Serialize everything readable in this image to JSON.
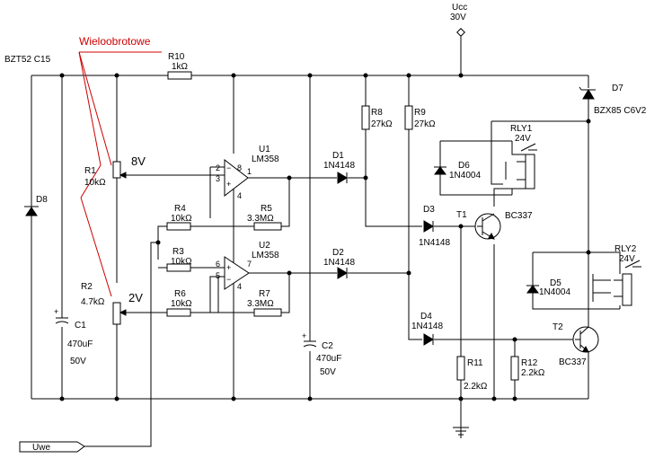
{
  "supply": {
    "name": "Ucc",
    "voltage": "30V"
  },
  "annotation": {
    "text": "Wieloobrotowe"
  },
  "input": {
    "label": "Uwe"
  },
  "labels": {
    "level_high": "8V",
    "level_low": "2V"
  },
  "components": {
    "d8_part": "BZT52 C15",
    "d8": "D8",
    "r10": {
      "ref": "R10",
      "value": "1kΩ"
    },
    "r1": {
      "ref": "R1",
      "value": "10kΩ"
    },
    "r2": {
      "ref": "R2",
      "value": "4.7kΩ"
    },
    "c1": {
      "ref": "C1",
      "value": "470uF",
      "voltage": "50V"
    },
    "u1": {
      "ref": "U1",
      "part": "LM358"
    },
    "u2": {
      "ref": "U2",
      "part": "LM358"
    },
    "r4": {
      "ref": "R4",
      "value": "10kΩ"
    },
    "r5": {
      "ref": "R5",
      "value": "3.3MΩ"
    },
    "r3": {
      "ref": "R3",
      "value": "10kΩ"
    },
    "r6": {
      "ref": "R6",
      "value": "10kΩ"
    },
    "r7": {
      "ref": "R7",
      "value": "3.3MΩ"
    },
    "c2": {
      "ref": "C2",
      "value": "470uF",
      "voltage": "50V"
    },
    "d1": {
      "ref": "D1",
      "part": "1N4148"
    },
    "d2": {
      "ref": "D2",
      "part": "1N4148"
    },
    "d3": {
      "ref": "D3",
      "part": "1N4148"
    },
    "d4": {
      "ref": "D4",
      "part": "1N4148"
    },
    "r8": {
      "ref": "R8",
      "value": "27kΩ"
    },
    "r9": {
      "ref": "R9",
      "value": "27kΩ"
    },
    "r11": {
      "ref": "R11",
      "value": "2.2kΩ"
    },
    "r12": {
      "ref": "R12",
      "value": "2.2kΩ"
    },
    "t1": {
      "ref": "T1",
      "part": "BC337"
    },
    "t2": {
      "ref": "T2",
      "part": "BC337"
    },
    "d5": {
      "ref": "D5",
      "part": "1N4004"
    },
    "d6": {
      "ref": "D6",
      "part": "1N4004"
    },
    "d7": {
      "ref": "D7",
      "part": "BZX85 C6V2"
    },
    "rly1": {
      "ref": "RLY1",
      "voltage": "24V"
    },
    "rly2": {
      "ref": "RLY2",
      "voltage": "24V"
    }
  },
  "pins": {
    "u1": {
      "in_minus": "2",
      "in_plus": "3",
      "out": "1",
      "vcc": "8",
      "gnd": "4"
    },
    "u2": {
      "in_plus": "6",
      "in_minus": "5",
      "out": "7",
      "gnd": "4"
    }
  }
}
